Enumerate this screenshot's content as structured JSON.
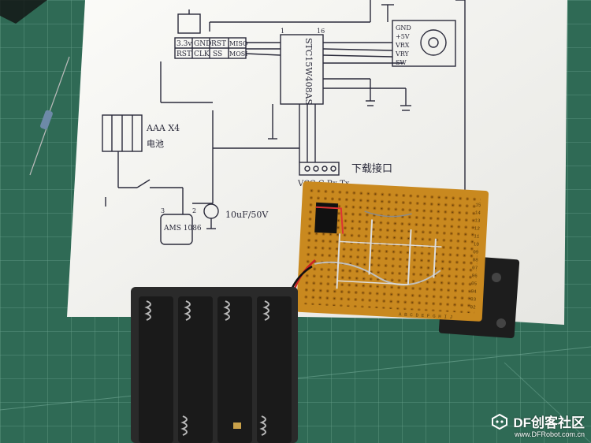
{
  "photo": {
    "watermark": {
      "logo_text": "DF创客社区",
      "url": "www.DFRobot.com.cn",
      "icon": "dfrobot-logo-icon"
    },
    "schematic_labels": {
      "pin_33v": "3.3v",
      "pin_gnd": "GND",
      "pin_rst_top": "RST",
      "pin_miso": "MISO",
      "pin_rst": "RST",
      "pin_clk": "CLK",
      "pin_ss": "SS",
      "pin_mosi": "MOSI",
      "chip": "STC15W408AS",
      "chip_pin1": "1",
      "chip_pin16": "16",
      "joy_gnd": "GND",
      "joy_5v": "+5V",
      "joy_vrx": "VRX",
      "joy_vry": "VRY",
      "joy_sw": "SW",
      "battery": "AAA X4",
      "battery_cn": "电池",
      "regulator": "AMS\n1086",
      "reg_pin3": "3",
      "reg_pin2": "2",
      "cap": "10uF/50V",
      "header_pins": "VCC G Rx Tx",
      "download_port": "下载接口"
    },
    "pcb_silkscreen": {
      "left_edge": "A B C D E F G H I J",
      "right_edge": [
        "15",
        "14",
        "13",
        "12",
        "11",
        "10",
        "09",
        "08",
        "07",
        "06",
        "05",
        "04",
        "03",
        "02"
      ]
    },
    "colors": {
      "mat": "#2f6a55",
      "grid": "#7fb6a3",
      "paper": "#f4f4f0",
      "pcb": "#c9891f",
      "holder": "#2a2a2a"
    }
  }
}
